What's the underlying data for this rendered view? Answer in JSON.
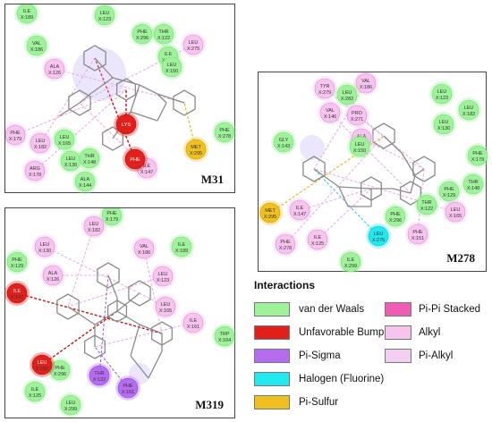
{
  "panels": {
    "m31": {
      "label": "M31",
      "residues": [
        {
          "code": "ILE",
          "num": "X:189",
          "kind": "vdw"
        },
        {
          "code": "LEU",
          "num": "X:123",
          "kind": "vdw"
        },
        {
          "code": "PHE",
          "num": "X:296",
          "kind": "vdw"
        },
        {
          "code": "THR",
          "num": "X:122",
          "kind": "vdw"
        },
        {
          "code": "ILE",
          "num": "X:125",
          "kind": "vdw"
        },
        {
          "code": "LEU",
          "num": "X:150",
          "kind": "vdw"
        },
        {
          "code": "LEU",
          "num": "X:275",
          "kind": "alkyl"
        },
        {
          "code": "VAL",
          "num": "X:186",
          "kind": "vdw"
        },
        {
          "code": "ALA",
          "num": "X:126",
          "kind": "alkyl"
        },
        {
          "code": "PHE",
          "num": "X:179",
          "kind": "alkyl"
        },
        {
          "code": "LEU",
          "num": "X:182",
          "kind": "alkyl"
        },
        {
          "code": "LEU",
          "num": "X:165",
          "kind": "vdw"
        },
        {
          "code": "LEU",
          "num": "X:130",
          "kind": "vdw"
        },
        {
          "code": "THR",
          "num": "X:148",
          "kind": "vdw"
        },
        {
          "code": "ARG",
          "num": "X:178",
          "kind": "alkyl"
        },
        {
          "code": "ALA",
          "num": "X:144",
          "kind": "vdw"
        },
        {
          "code": "ILE",
          "num": "X:147",
          "kind": "alkyl"
        },
        {
          "code": "PHE",
          "num": "X:278",
          "kind": "vdw"
        },
        {
          "code": "MET",
          "num": "X:295",
          "kind": "sulfur"
        },
        {
          "code": "LYS",
          "num": "",
          "kind": "bump"
        },
        {
          "code": "PHE",
          "num": "",
          "kind": "bump"
        }
      ]
    },
    "m278": {
      "label": "M278",
      "residues": [
        {
          "code": "VAL",
          "num": "X:186",
          "kind": "alkyl"
        },
        {
          "code": "TYR",
          "num": "X:279",
          "kind": "alkyl"
        },
        {
          "code": "LEU",
          "num": "X:282",
          "kind": "vdw"
        },
        {
          "code": "VAL",
          "num": "X:146",
          "kind": "alkyl"
        },
        {
          "code": "PRO",
          "num": "X:271",
          "kind": "alkyl"
        },
        {
          "code": "LEU",
          "num": "X:123",
          "kind": "vdw"
        },
        {
          "code": "LEU",
          "num": "X:182",
          "kind": "vdw"
        },
        {
          "code": "LEU",
          "num": "X:130",
          "kind": "vdw"
        },
        {
          "code": "GLY",
          "num": "X:143",
          "kind": "vdw"
        },
        {
          "code": "ALA",
          "num": "X:126",
          "kind": "alkyl"
        },
        {
          "code": "LEU",
          "num": "X:150",
          "kind": "vdw"
        },
        {
          "code": "PHE",
          "num": "X:179",
          "kind": "vdw"
        },
        {
          "code": "PHE",
          "num": "X:129",
          "kind": "vdw"
        },
        {
          "code": "THR",
          "num": "X:148",
          "kind": "vdw"
        },
        {
          "code": "THR",
          "num": "X:122",
          "kind": "vdw"
        },
        {
          "code": "LEU",
          "num": "X:165",
          "kind": "alkyl"
        },
        {
          "code": "MET",
          "num": "X:295",
          "kind": "sulfur"
        },
        {
          "code": "ILE",
          "num": "X:147",
          "kind": "alkyl"
        },
        {
          "code": "PHE",
          "num": "X:296",
          "kind": "vdw"
        },
        {
          "code": "PHE",
          "num": "X:151",
          "kind": "alkyl"
        },
        {
          "code": "LEU",
          "num": "X:275",
          "kind": "halogen"
        },
        {
          "code": "PHE",
          "num": "X:278",
          "kind": "alkyl"
        },
        {
          "code": "ILE",
          "num": "X:125",
          "kind": "alkyl"
        },
        {
          "code": "ILE",
          "num": "X:299",
          "kind": "vdw"
        }
      ]
    },
    "m319": {
      "label": "M319",
      "residues": [
        {
          "code": "PHE",
          "num": "X:179",
          "kind": "vdw"
        },
        {
          "code": "LEU",
          "num": "X:182",
          "kind": "alkyl"
        },
        {
          "code": "LEU",
          "num": "X:130",
          "kind": "alkyl"
        },
        {
          "code": "PHE",
          "num": "X:129",
          "kind": "vdw"
        },
        {
          "code": "VAL",
          "num": "X:186",
          "kind": "alkyl"
        },
        {
          "code": "ILE",
          "num": "X:189",
          "kind": "vdw"
        },
        {
          "code": "ALA",
          "num": "X:126",
          "kind": "alkyl"
        },
        {
          "code": "LEU",
          "num": "X:123",
          "kind": "alkyl"
        },
        {
          "code": "LEU",
          "num": "X:165",
          "kind": "alkyl"
        },
        {
          "code": "ILE",
          "num": "X:161",
          "kind": "alkyl"
        },
        {
          "code": "TRP",
          "num": "X:164",
          "kind": "vdw"
        },
        {
          "code": "PHE",
          "num": "X:296",
          "kind": "vdw"
        },
        {
          "code": "THR",
          "num": "X:122",
          "kind": "sigma"
        },
        {
          "code": "ILE",
          "num": "X:125",
          "kind": "vdw"
        },
        {
          "code": "LEU",
          "num": "X:299",
          "kind": "vdw"
        },
        {
          "code": "PHE",
          "num": "X:151",
          "kind": "sigma"
        },
        {
          "code": "ILE",
          "num": "X:147",
          "kind": "bump"
        },
        {
          "code": "LEU",
          "num": "X:150",
          "kind": "bump"
        }
      ]
    }
  },
  "legend": {
    "title": "Interactions",
    "items": [
      {
        "key": "vdw",
        "label": "van der Waals",
        "color": "#9ef29a"
      },
      {
        "key": "bump",
        "label": "Unfavorable Bump",
        "color": "#e0201a"
      },
      {
        "key": "sigma",
        "label": "Pi-Sigma",
        "color": "#b56cf0"
      },
      {
        "key": "halogen",
        "label": "Halogen (Fluorine)",
        "color": "#22e8f0"
      },
      {
        "key": "sulfur",
        "label": "Pi-Sulfur",
        "color": "#f0c020"
      },
      {
        "key": "pistack",
        "label": "Pi-Pi Stacked",
        "color": "#ee5cb4"
      },
      {
        "key": "alkyl",
        "label": "Alkyl",
        "color": "#f7c4f0"
      },
      {
        "key": "pialkyl",
        "label": "Pi-Alkyl",
        "color": "#f4cff4"
      }
    ]
  }
}
